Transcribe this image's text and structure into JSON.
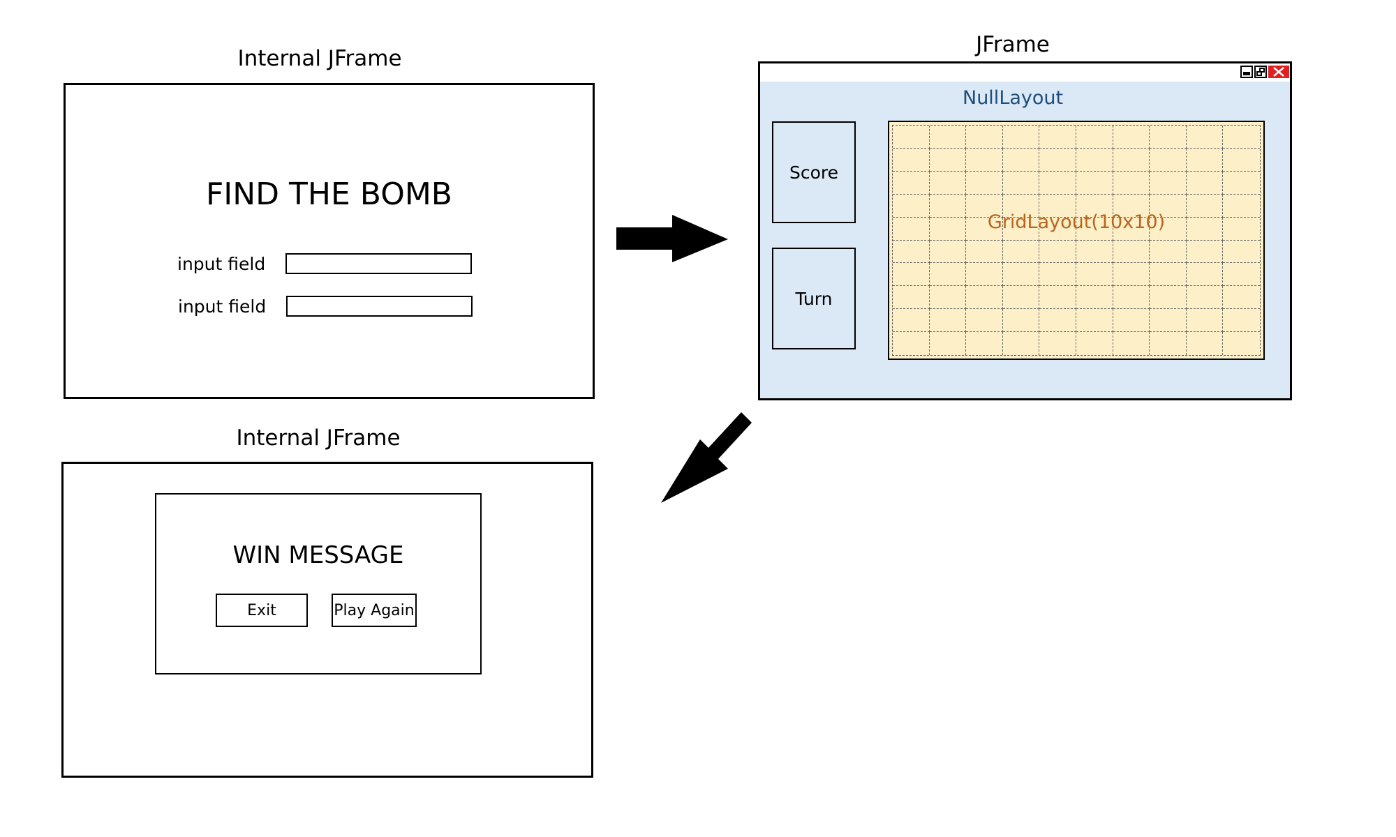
{
  "colors": {
    "frame_bg": "#dbe8f5",
    "grid_bg": "#fdefc8",
    "null_layout_text": "#1f4e79",
    "grid_layout_text": "#b8651e",
    "close_button": "#e02020"
  },
  "start_panel": {
    "caption": "Internal JFrame",
    "title": "FIND THE BOMB",
    "fields": [
      {
        "label": "input field",
        "value": ""
      },
      {
        "label": "input field",
        "value": ""
      }
    ]
  },
  "main_frame": {
    "caption": "JFrame",
    "layout_label": "NullLayout",
    "window_controls": [
      "minimize-icon",
      "restore-icon",
      "close-icon"
    ],
    "score_label": "Score",
    "turn_label": "Turn",
    "grid_label": "GridLayout(10x10)",
    "grid_rows": 10,
    "grid_cols": 10
  },
  "end_panel": {
    "caption": "Internal JFrame",
    "message": "WIN MESSAGE",
    "exit_label": "Exit",
    "play_again_label": "Play Again"
  },
  "arrows": [
    "arrow-right-icon",
    "arrow-down-left-icon"
  ]
}
